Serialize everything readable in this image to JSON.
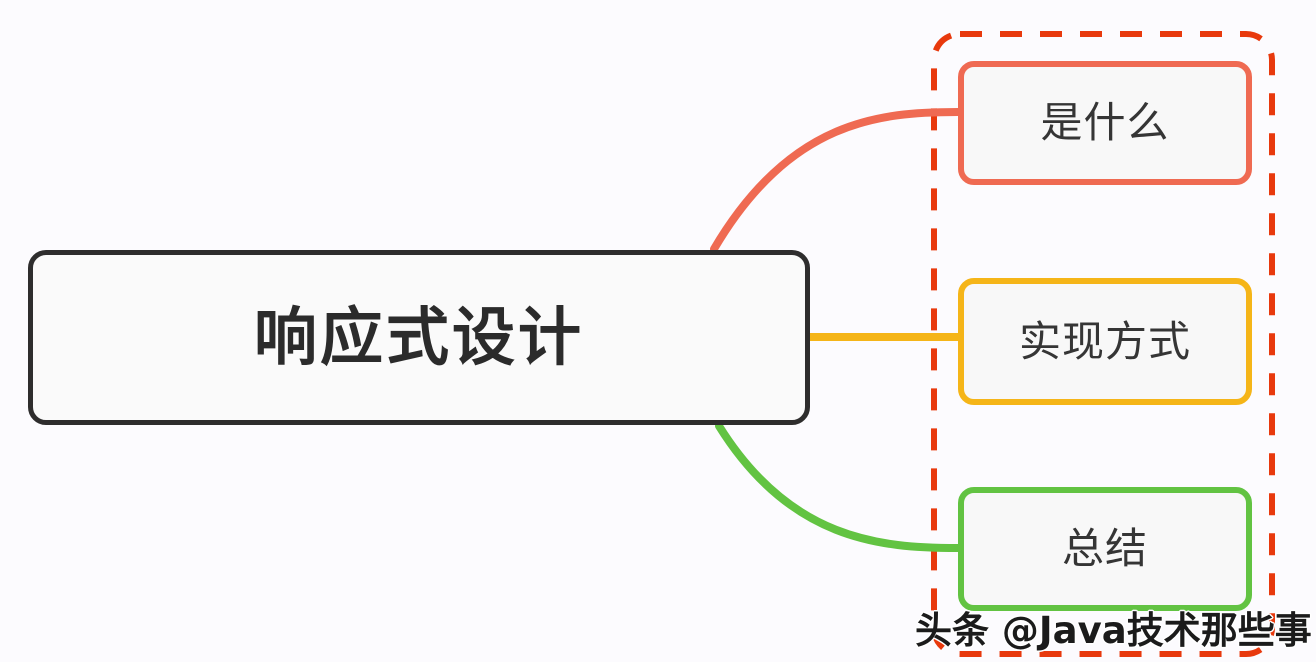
{
  "diagram": {
    "type": "mind-map",
    "background_color": "#fcfbfe",
    "root": {
      "label": "响应式设计",
      "border_color": "#2e2d2d",
      "fill_color": "#fafafa"
    },
    "group_frame": {
      "style": "dashed",
      "color": "#e8390d",
      "label": ""
    },
    "branches": [
      {
        "label": "是什么",
        "color": "#ef6a52",
        "connector": "curve",
        "fill_color": "#f8f8f8"
      },
      {
        "label": "实现方式",
        "color": "#f5b518",
        "connector": "straight",
        "fill_color": "#f8f8f8"
      },
      {
        "label": "总结",
        "color": "#62c342",
        "connector": "curve",
        "fill_color": "#f8f8f8"
      }
    ],
    "watermark": {
      "text": "头条 @Java技术那些事"
    }
  }
}
